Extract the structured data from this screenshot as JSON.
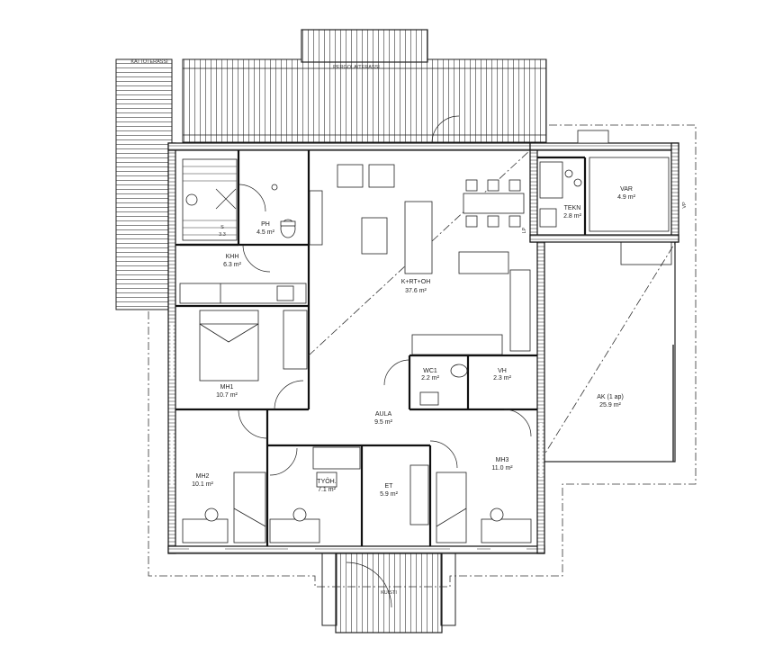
{
  "rooms": {
    "kuisti": {
      "name": "KUISTI"
    },
    "pergola": {
      "name": "PERGOLA/TERASSI"
    },
    "kattoterassi": {
      "name": "KATTOTERASSI"
    },
    "ph": {
      "name": "PH",
      "area": "4.5 m²"
    },
    "s": {
      "name": "S",
      "area": "3.3"
    },
    "khh": {
      "name": "KHH",
      "area": "6.3 m²"
    },
    "k_rt_oh": {
      "name": "K+RT+OH",
      "area": "37.6 m²"
    },
    "var": {
      "name": "VAR",
      "area": "4.9 m²"
    },
    "tekn": {
      "name": "TEKN",
      "area": "2.8 m²"
    },
    "mh1": {
      "name": "MH1",
      "area": "10.7 m²"
    },
    "wc1": {
      "name": "WC1",
      "area": "2.2 m²"
    },
    "vh": {
      "name": "VH",
      "area": "2.3 m²"
    },
    "aula": {
      "name": "AULA",
      "area": "9.5 m²"
    },
    "ak": {
      "name": "AK (1 ap)",
      "area": "25.9 m²"
    },
    "mh2": {
      "name": "MH2",
      "area": "10.1 m²"
    },
    "tyoh": {
      "name": "TYÖH.",
      "area": "7.1 m²"
    },
    "et": {
      "name": "ET",
      "area": "5.9 m²"
    },
    "mh3": {
      "name": "MH3",
      "area": "11.0 m²"
    }
  },
  "marks": {
    "vp": "VP",
    "lp": "LP"
  },
  "colors": {
    "line": "#111111",
    "background": "#ffffff"
  }
}
